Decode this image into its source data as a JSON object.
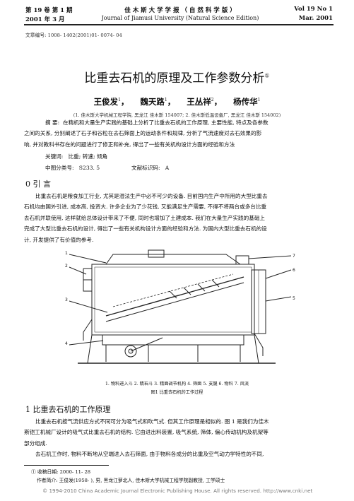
{
  "header": {
    "left_line1": "第 19 卷 第 1 期",
    "left_line2": "2001  年   3   月",
    "center_line1": "佳  木  斯  大  学  学  报  （ 自  然  科  学  版 ）",
    "center_line2": "Journal of  Jiamusi University (Natural Science Edition)",
    "right_line1": "Vol 19  No 1",
    "right_line2": "Mar.   2001"
  },
  "article_number": "文章编号: 1008- 1402(2001)01- 0074- 04",
  "title": "比重去石机的原理及工作参数分析",
  "title_mark": "①",
  "authors": [
    {
      "name": "王俊发",
      "sup": "1"
    },
    {
      "name": "魏天路",
      "sup": "1"
    },
    {
      "name": "王丛祥",
      "sup": "2"
    },
    {
      "name": "杨传华",
      "sup": "1"
    }
  ],
  "affiliation": "(1. 佳木斯大学机械工程学院, 黑龙江 佳木斯 154007;    2. 佳木斯低温设备厂, 黑龙江 佳木斯 154002)",
  "abstract": {
    "label": "摘    要:",
    "lines": [
      "在精机和大量生产实践的基础上分析了比重去石机的工作原理, 主要性能, 特点及各参数",
      "之间的关系, 分别阐述了石子和谷粒在去石筛面上的运动条件和规律, 分析了气流速度对去石效果的影",
      "响, 并对教科书存在的问题进行了修正和补充, 得出了一些有关机构设计方面的经验和方法"
    ]
  },
  "keywords": {
    "label": "关键词:",
    "value": "比重; 转速; 倾角"
  },
  "classification": {
    "clc_label": "中图分类号:",
    "clc_value": "S233. 5",
    "doc_label": "文献标识码:",
    "doc_value": "A"
  },
  "section0": {
    "heading": "0   引   言",
    "lines": [
      "比重去石机是粮食加工行业, 尤其是湿法生产中必不可少的设备. 目前国内生产中所用的大型比重去",
      "石机均由国外引进, 成本高, 投资大. 许多企业为了少花钱, 又能满足生产需要, 不得不将两台或多台比重",
      "去石机并联使用, 这样就给总体设计带来了不便, 同时也增加了土建成本. 我们在大量生产实践的基础上",
      "完成了大型比重去石机的设计, 得出了一些有关机构设计方面的经验和方法. 为国内大型比重去石机的设",
      "计, 开发提供了有价值的参考."
    ]
  },
  "figure": {
    "callouts": [
      "1",
      "2",
      "3",
      "4",
      "5",
      "6",
      "7"
    ],
    "legend": "1. 物料进入斗    2. 精石斗    3. 精面调节机构    4. 筛面    5. 支腿    6. 物料    7. 风流",
    "caption": "图1    比重去石机的工作过程"
  },
  "section1": {
    "heading": "1    比重去石机的工作原理",
    "lines": [
      "比重去石机按气流供应方式不同可分为吸气式和吹气式. 但其工作原理是相似的. 图 1 是我们为佳木",
      "斯铠工机械厂设计的吸气式比重去石机的结构. 它由进出料装置, 吸气系统, 筛体, 偏心传动机构及机架等",
      "部分组成.",
      "去石机工作时, 物料不断地从空端进入去石筛面, 由于物料各成分的比重及空气动力学特性的不同,"
    ]
  },
  "footnote": {
    "received": "①  收稿日期: 2000- 11- 28",
    "bio": "作者简介: 王俊发(1958- ), 男, 黑龙江萝北人, 佳木斯大学机械工程学院副教授, 工学硕士"
  },
  "footer": "© 1994-2010 China Academic Journal Electronic Publishing House. All rights reserved.    http://www.cnki.net"
}
